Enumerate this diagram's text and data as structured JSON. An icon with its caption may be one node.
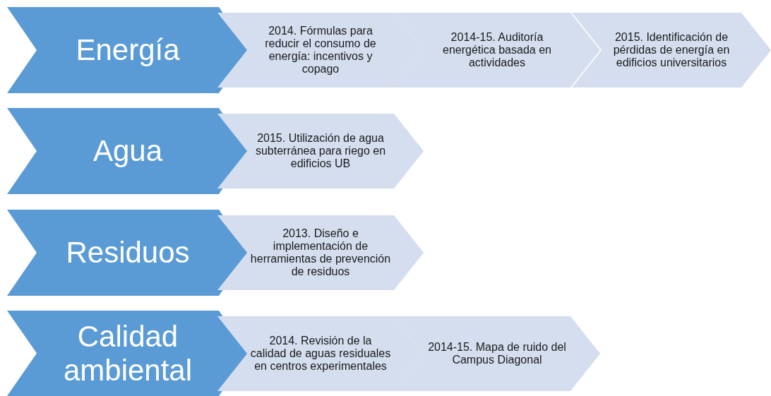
{
  "diagram": {
    "nodes": [
      {
        "text": [
          "Energía"
        ]
      },
      {
        "text": [
          "2014. Fórmulas para reducir el consumo de energía: incentivos y copago"
        ]
      },
      {
        "text": [
          "2014-15. Auditoría energética basada en actividades"
        ]
      },
      {
        "text": [
          "2015. Identificación de pérdidas de energía en edificios universitarios"
        ]
      },
      {
        "text": [
          "Agua"
        ]
      },
      {
        "text": [
          "2015. Utilización de agua subterránea para riego en edificios UB"
        ]
      },
      {
        "text": [
          "Residuos"
        ]
      },
      {
        "text": [
          "2013. Diseño e implementación de herramientas de prevención de residuos"
        ]
      },
      {
        "text": [
          "Calidad ambiental"
        ]
      },
      {
        "text": [
          "2014. Revisión de la calidad de aguas residuales en centros experimentales"
        ]
      },
      {
        "text": [
          "2014-15. Mapa de ruido del Campus Diagonal"
        ]
      }
    ]
  }
}
